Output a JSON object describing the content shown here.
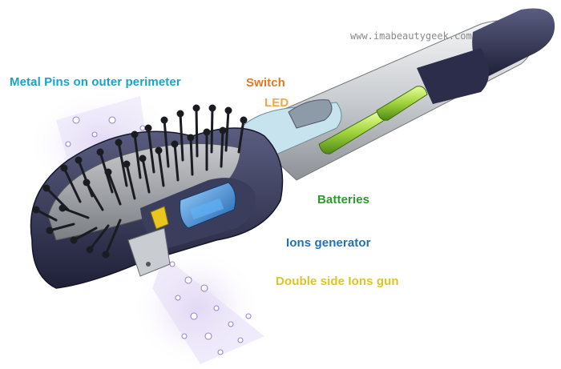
{
  "watermark": "www.imabeautygeek.com",
  "labels": {
    "pins": "Metal Pins on outer perimeter",
    "switch": "Switch",
    "led": "LED",
    "batteries": "Batteries",
    "ions": "Ions generator",
    "gun": "Double side Ions gun"
  },
  "colors": {
    "pins": "#1aa3c8",
    "switch": "#e8761e",
    "led": "#f2a640",
    "batteries": "#2a9a2a",
    "ions": "#2170b8",
    "gun": "#e0c420",
    "body_dark": "#2b2d4a",
    "body_light": "#d6d9dc",
    "battery_green": "#9fd23a",
    "ion_blue": "#3a8fd8"
  }
}
